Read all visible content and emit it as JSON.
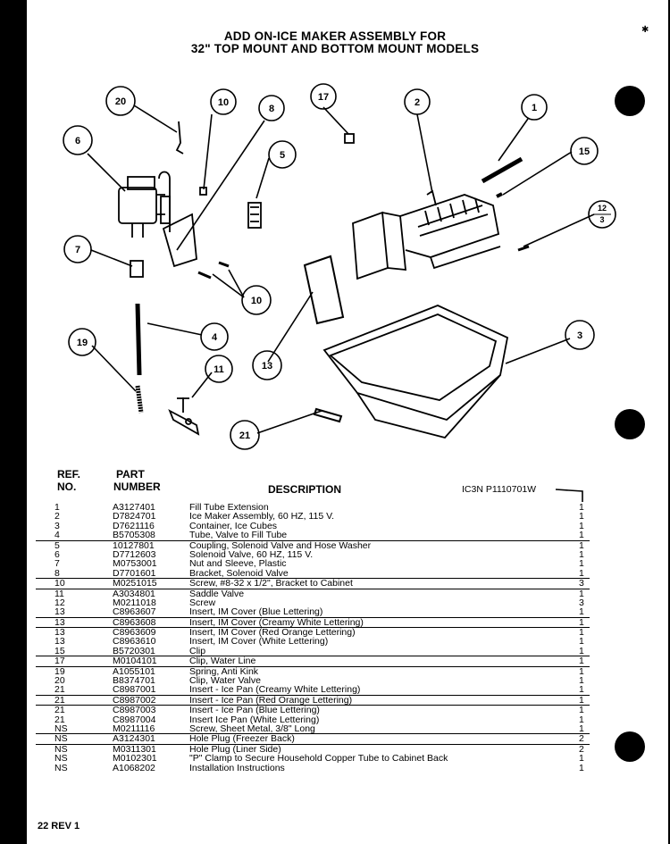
{
  "title": {
    "line1": "ADD ON-ICE MAKER ASSEMBLY FOR",
    "line2": "32\" TOP MOUNT AND BOTTOM MOUNT MODELS"
  },
  "diagram_callouts": [
    "20",
    "10",
    "8",
    "17",
    "2",
    "1",
    "6",
    "5",
    "15",
    "12/3",
    "7",
    "10",
    "4",
    "13",
    "3",
    "19",
    "11",
    "21"
  ],
  "table": {
    "headers": {
      "ref_line1": "REF.",
      "ref_line2": "NO.",
      "part_line1": "PART",
      "part_line2": "NUMBER",
      "description": "DESCRIPTION"
    },
    "code": "IC3N P1110701W",
    "rows": [
      {
        "ref": "1",
        "part": "A3127401",
        "desc": "Fill Tube Extension",
        "qty": "1"
      },
      {
        "ref": "2",
        "part": "D7824701",
        "desc": "Ice Maker Assembly, 60 HZ, 115 V.",
        "qty": "1"
      },
      {
        "ref": "3",
        "part": "D7621116",
        "desc": "Container, Ice Cubes",
        "qty": "1"
      },
      {
        "ref": "4",
        "part": "B5705308",
        "desc": "Tube, Valve to Fill Tube",
        "qty": "1"
      },
      {
        "ref": "5",
        "part": "10127801",
        "desc": "Coupling, Solenoid Valve and Hose Washer",
        "qty": "1"
      },
      {
        "ref": "6",
        "part": "D7712603",
        "desc": "Solenoid Valve, 60 HZ, 115 V.",
        "qty": "1"
      },
      {
        "ref": "7",
        "part": "M0753001",
        "desc": "Nut and Sleeve, Plastic",
        "qty": "1"
      },
      {
        "ref": "8",
        "part": "D7701601",
        "desc": "Bracket, Solenoid Valve",
        "qty": "1"
      },
      {
        "ref": "10",
        "part": "M0251015",
        "desc": "Screw, #8-32 x 1/2\", Bracket to Cabinet",
        "qty": "3"
      },
      {
        "ref": "11",
        "part": "A3034801",
        "desc": "Saddle Valve",
        "qty": "1"
      },
      {
        "ref": "12",
        "part": "M0211018",
        "desc": "Screw",
        "qty": "3"
      },
      {
        "ref": "13",
        "part": "C8963607",
        "desc": "Insert, IM Cover (Blue Lettering)",
        "qty": "1"
      },
      {
        "ref": "13",
        "part": "C8963608",
        "desc": "Insert, IM Cover (Creamy White Lettering)",
        "qty": "1"
      },
      {
        "ref": "13",
        "part": "C8963609",
        "desc": "Insert, IM Cover (Red Orange Lettering)",
        "qty": "1"
      },
      {
        "ref": "13",
        "part": "C8963610",
        "desc": "Insert, IM Cover (White Lettering)",
        "qty": "1"
      },
      {
        "ref": "15",
        "part": "B5720301",
        "desc": "Clip",
        "qty": "1"
      },
      {
        "ref": "17",
        "part": "M0104101",
        "desc": "Clip, Water Line",
        "qty": "1"
      },
      {
        "ref": "19",
        "part": "A1055101",
        "desc": "Spring, Anti Kink",
        "qty": "1"
      },
      {
        "ref": "20",
        "part": "B8374701",
        "desc": "Clip, Water Valve",
        "qty": "1"
      },
      {
        "ref": "21",
        "part": "C8987001",
        "desc": "Insert - Ice Pan (Creamy White Lettering)",
        "qty": "1"
      },
      {
        "ref": "21",
        "part": "C8987002",
        "desc": "Insert - Ice Pan (Red Orange Lettering)",
        "qty": "1"
      },
      {
        "ref": "21",
        "part": "C8987003",
        "desc": "Insert - Ice Pan (Blue Lettering)",
        "qty": "1"
      },
      {
        "ref": "21",
        "part": "C8987004",
        "desc": "Insert Ice Pan (White Lettering)",
        "qty": "1"
      },
      {
        "ref": "NS",
        "part": "M0211116",
        "desc": "Screw, Sheet Metal, 3/8\" Long",
        "qty": "1"
      },
      {
        "ref": "NS",
        "part": "A3124301",
        "desc": "Hole Plug (Freezer Back)",
        "qty": "2"
      },
      {
        "ref": "NS",
        "part": "M0311301",
        "desc": "Hole Plug (Liner Side)",
        "qty": "2"
      },
      {
        "ref": "NS",
        "part": "M0102301",
        "desc": "\"P\" Clamp to Secure Household Copper Tube to Cabinet Back",
        "qty": "1"
      },
      {
        "ref": "NS",
        "part": "A1068202",
        "desc": "Installation Instructions",
        "qty": "1"
      }
    ]
  },
  "footer": "22 REV 1"
}
